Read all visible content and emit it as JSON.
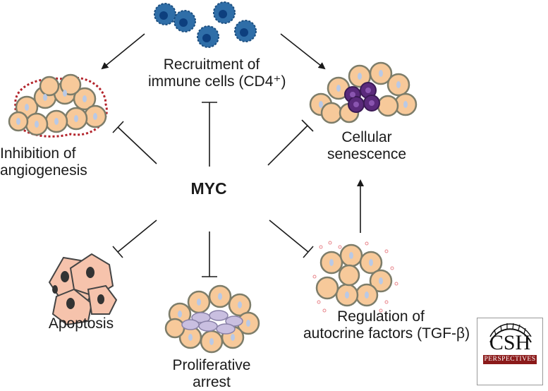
{
  "center_label": "MYC",
  "labels": {
    "immune": [
      "Recruitment of",
      "immune cells (CD4⁺)"
    ],
    "angiogenesis": [
      "Inhibition of",
      "angiogenesis"
    ],
    "senescence": [
      "Cellular",
      "senescence"
    ],
    "apoptosis": [
      "Apoptosis"
    ],
    "arrest": [
      "Proliferative",
      "arrest"
    ],
    "autocrine": [
      "Regulation of",
      "autocrine factors (TGF-β)"
    ]
  },
  "logo": {
    "main": "CSH",
    "sub": "PERSPECTIVES"
  },
  "colors": {
    "cell_fill": "#f7c99a",
    "cell_stroke": "#7d7d6a",
    "nucleus": "#b9c9e6",
    "immune_cell": "#2f6ea8",
    "immune_nucleus": "#0d3f7e",
    "senescent_cell": "#5b2a7c",
    "arrested_cell": "#c9bfe0",
    "vessel_border": "#b3232b",
    "apoptotic_cell": "#f6c3ac",
    "apoptotic_nucleus": "#333333"
  }
}
